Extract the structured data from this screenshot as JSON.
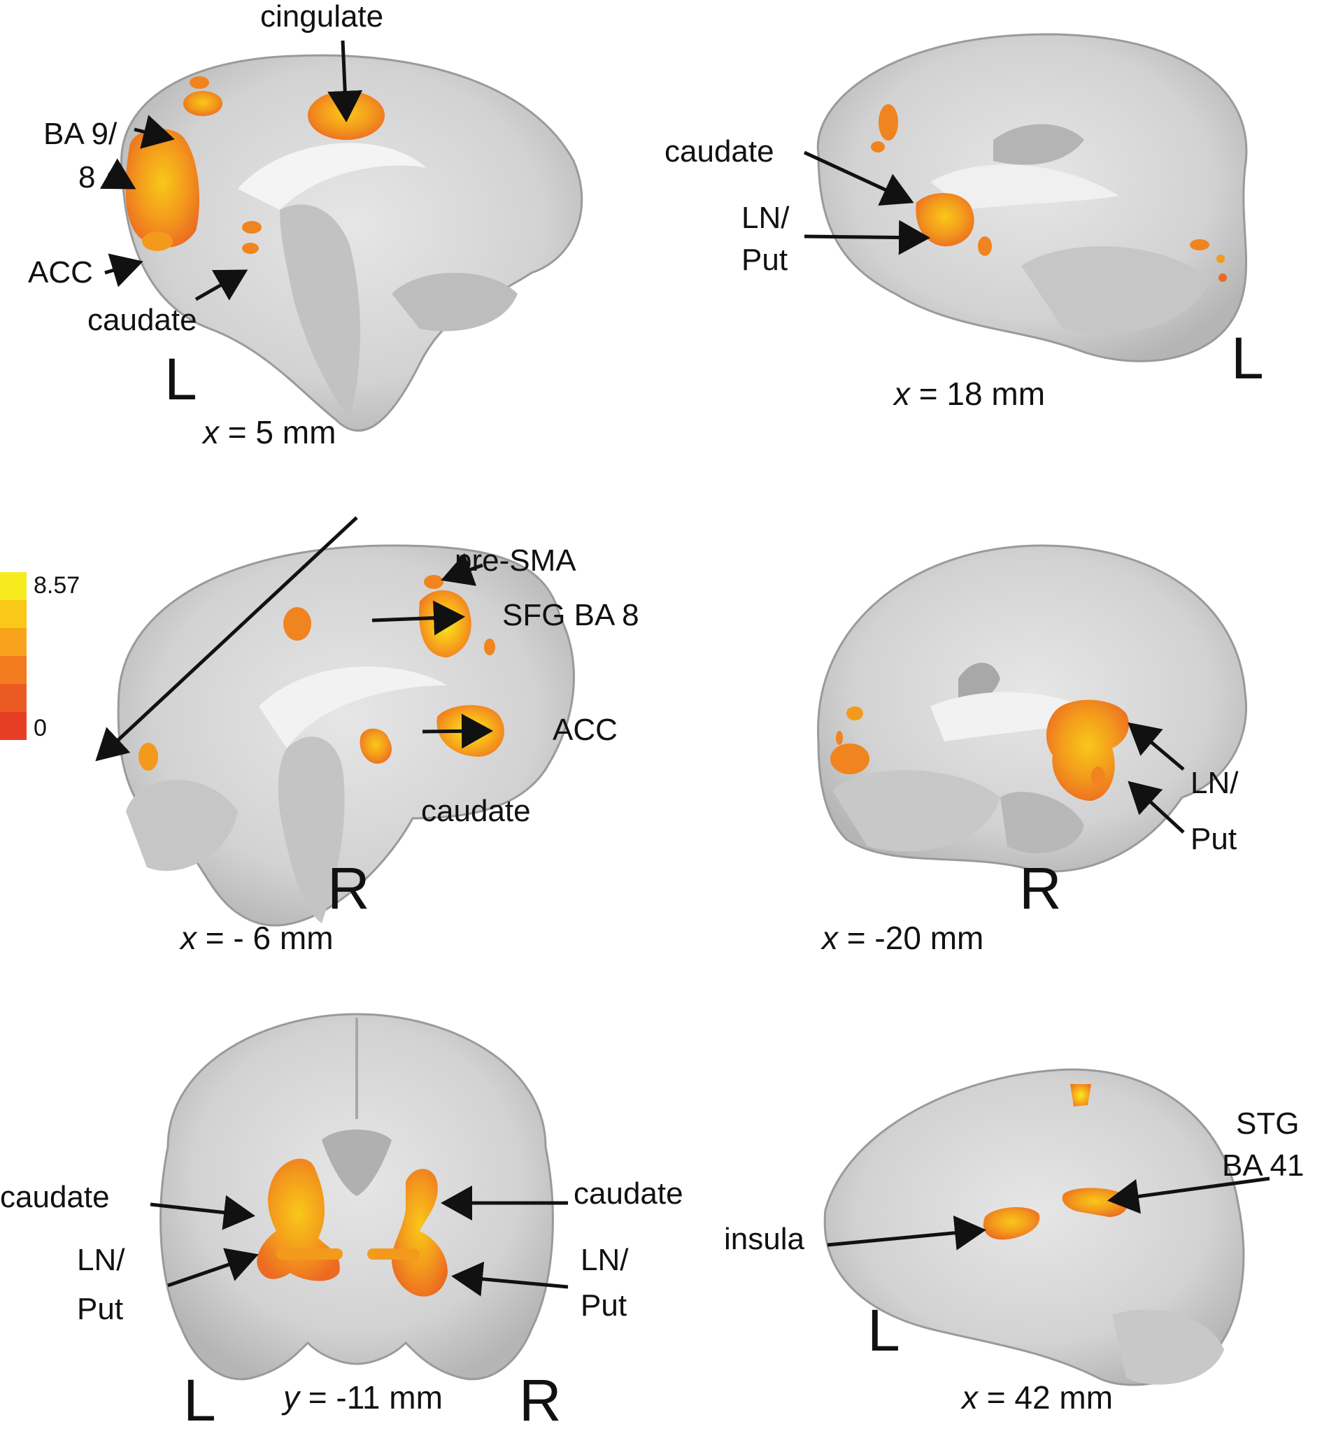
{
  "figure": {
    "colorbar": {
      "max_label": "8.57",
      "min_label": "0",
      "colors": [
        "#f5eb1f",
        "#f9c819",
        "#f8a31b",
        "#f27c1f",
        "#ec5a23",
        "#e63e25"
      ]
    },
    "panels": {
      "p1": {
        "coord_axis": "x",
        "coord_value": " = 5 mm",
        "orientation": "L",
        "labels": {
          "cingulate": "cingulate",
          "ba9": "BA 9/",
          "ba8": "8",
          "acc": "ACC",
          "caudate": "caudate"
        }
      },
      "p2": {
        "coord_axis": "x",
        "coord_value": " = 18 mm",
        "orientation": "L",
        "labels": {
          "caudate": "caudate",
          "ln": "LN/",
          "put": "Put"
        }
      },
      "p3": {
        "coord_axis": "x",
        "coord_value": " = - 6 mm",
        "orientation": "R",
        "labels": {
          "presma": "pre-SMA",
          "sfg": "SFG BA 8",
          "acc": "ACC",
          "caudate": "caudate"
        }
      },
      "p4": {
        "coord_axis": "x",
        "coord_value": " = -20 mm",
        "orientation": "R",
        "labels": {
          "ln": "LN/",
          "put": "Put"
        }
      },
      "p5": {
        "coord_axis": "y",
        "coord_value": " = -11 mm",
        "orientation_left": "L",
        "orientation_right": "R",
        "labels": {
          "caudate_left": "caudate",
          "caudate_right": "caudate",
          "ln_left": "LN/",
          "put_left": "Put",
          "ln_right": "LN/",
          "put_right": "Put"
        }
      },
      "p6": {
        "coord_axis": "x",
        "coord_value": " = 42 mm",
        "orientation": "L",
        "labels": {
          "stg": "STG",
          "ba41": "BA 41",
          "insula": "insula"
        }
      }
    }
  }
}
